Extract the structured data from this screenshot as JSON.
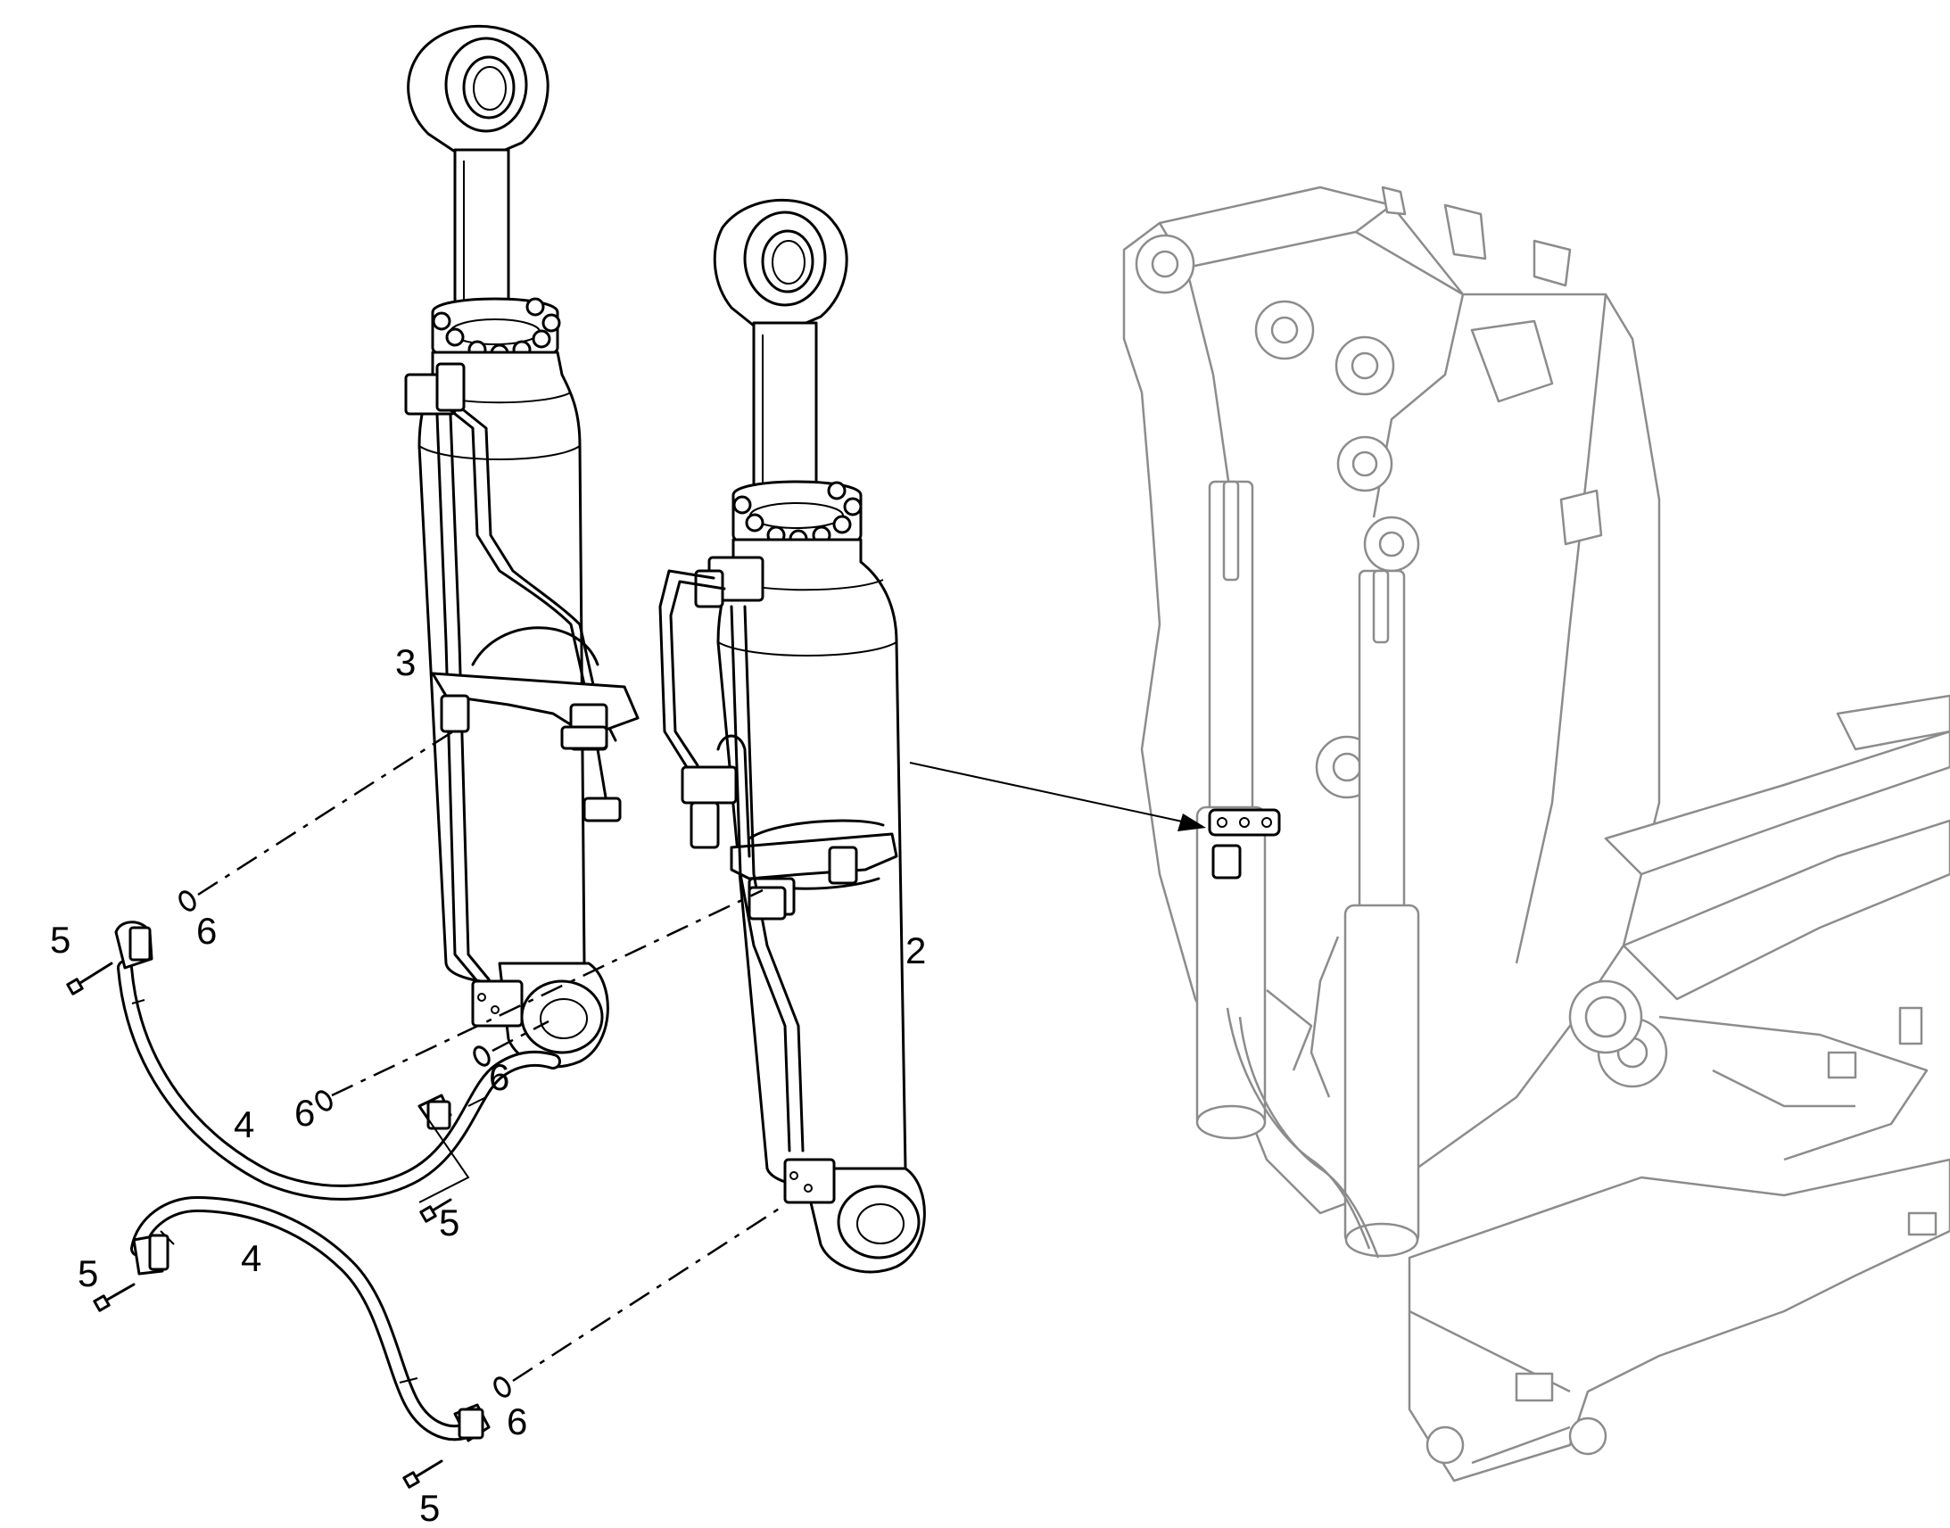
{
  "callouts": {
    "cyl_2": "2",
    "cyl_3": "3",
    "hose_4_upper": "4",
    "hose_4_lower": "4",
    "bolt_5_a": "5",
    "bolt_5_b": "5",
    "bolt_5_c": "5",
    "bolt_5_d": "5",
    "oring_6_a": "6",
    "oring_6_b": "6",
    "oring_6_c": "6",
    "oring_6_d": "6"
  },
  "colors": {
    "line": "#000000",
    "ghost": "#8c8c8c",
    "background": "#ffffff"
  }
}
